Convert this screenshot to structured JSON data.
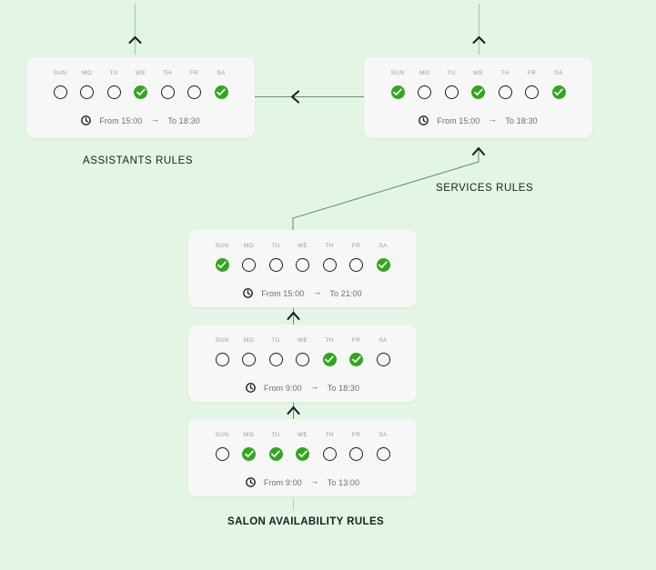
{
  "canvas": {
    "background_color": "#e3f5e5",
    "card_color": "#f7f7f7",
    "accent_color": "#35a521",
    "connector_color": "#6f8f6f"
  },
  "day_headers": [
    "SUN",
    "MO",
    "TU",
    "WE",
    "TH",
    "FR",
    "SA"
  ],
  "icons": {
    "clock": "clock-icon",
    "check": "check-icon",
    "arrow_right": "→",
    "arrow_up": "chevron-up-icon",
    "arrow_left": "chevron-left-icon"
  },
  "captions": {
    "assistants": "ASSISTANTS RULES",
    "services": "SERVICES RULES",
    "salon": "SALON AVAILABILITY RULES"
  },
  "cards": [
    {
      "id": "assistants-rule-card",
      "group": "assistants",
      "days": [
        {
          "label": "SUN",
          "checked": false
        },
        {
          "label": "MO",
          "checked": false
        },
        {
          "label": "TU",
          "checked": false
        },
        {
          "label": "WE",
          "checked": true
        },
        {
          "label": "TH",
          "checked": false
        },
        {
          "label": "FR",
          "checked": false
        },
        {
          "label": "SA",
          "checked": true
        }
      ],
      "from": "From 15:00",
      "to": "To 18:30"
    },
    {
      "id": "services-rule-card",
      "group": "services",
      "days": [
        {
          "label": "SUN",
          "checked": true
        },
        {
          "label": "MO",
          "checked": false
        },
        {
          "label": "TU",
          "checked": false
        },
        {
          "label": "WE",
          "checked": true
        },
        {
          "label": "TH",
          "checked": false
        },
        {
          "label": "FR",
          "checked": false
        },
        {
          "label": "SA",
          "checked": true
        }
      ],
      "from": "From 15:00",
      "to": "To 18:30"
    },
    {
      "id": "salon-rule-card-1",
      "group": "salon",
      "days": [
        {
          "label": "SUN",
          "checked": true
        },
        {
          "label": "MO",
          "checked": false
        },
        {
          "label": "TU",
          "checked": false
        },
        {
          "label": "WE",
          "checked": false
        },
        {
          "label": "TH",
          "checked": false
        },
        {
          "label": "FR",
          "checked": false
        },
        {
          "label": "SA",
          "checked": true
        }
      ],
      "from": "From 15:00",
      "to": "To 21:00"
    },
    {
      "id": "salon-rule-card-2",
      "group": "salon",
      "days": [
        {
          "label": "SUN",
          "checked": false
        },
        {
          "label": "MO",
          "checked": false
        },
        {
          "label": "TU",
          "checked": false
        },
        {
          "label": "WE",
          "checked": false
        },
        {
          "label": "TH",
          "checked": true
        },
        {
          "label": "FR",
          "checked": true
        },
        {
          "label": "SA",
          "checked": false
        }
      ],
      "from": "From 9:00",
      "to": "To 18:30"
    },
    {
      "id": "salon-rule-card-3",
      "group": "salon",
      "days": [
        {
          "label": "SUN",
          "checked": false
        },
        {
          "label": "MO",
          "checked": true
        },
        {
          "label": "TU",
          "checked": true
        },
        {
          "label": "WE",
          "checked": true
        },
        {
          "label": "TH",
          "checked": false
        },
        {
          "label": "FR",
          "checked": false
        },
        {
          "label": "SA",
          "checked": false
        }
      ],
      "from": "From 9:00",
      "to": "To 13:00"
    }
  ]
}
